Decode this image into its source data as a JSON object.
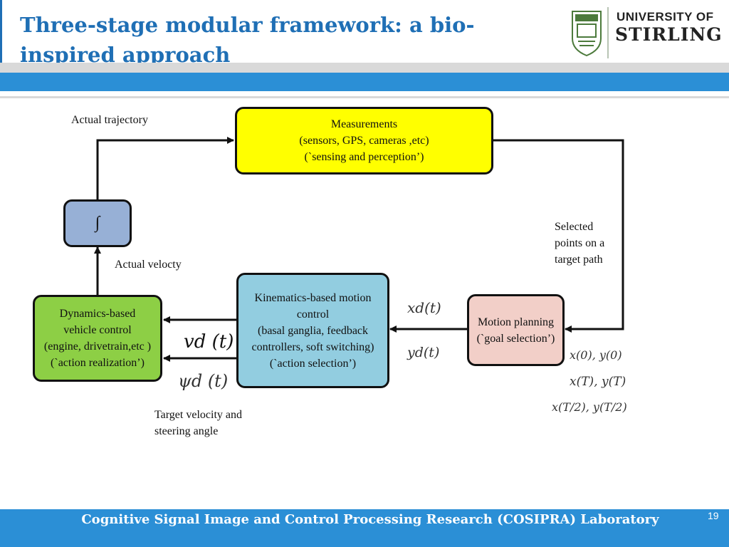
{
  "slide": {
    "title": "Three-stage modular framework: a bio-inspired approach",
    "logo_line1": "UNIVERSITY OF",
    "logo_line2": "STIRLING",
    "footer": "Cognitive Signal Image and Control Processing Research (COSIPRA) Laboratory",
    "page_number": "19"
  },
  "diagram": {
    "measurements": [
      "Measurements",
      "(sensors, GPS, cameras ,etc)",
      "(`sensing and perception’)"
    ],
    "integrator": "∫",
    "dynamics": [
      "Dynamics-based",
      "vehicle control",
      "(engine, drivetrain,etc )",
      "(`action realization’)"
    ],
    "kinematics": [
      "Kinematics-based motion",
      "control",
      "(basal ganglia, feedback",
      "controllers, soft switching)",
      "(`action selection’)"
    ],
    "motion_planning": [
      "Motion planning",
      "(`goal selection’)"
    ],
    "label_actual_trajectory": "Actual trajectory",
    "label_actual_velocity": "Actual velocty",
    "label_selected_points": [
      "Selected",
      "points on a",
      "target path"
    ],
    "label_target_velocity": [
      "Target velocity and",
      "steering angle"
    ],
    "math_xd": "xd(t)",
    "math_yd": "yd(t)",
    "math_vd": "vd (t)",
    "math_psid": "ψd (t)",
    "math_x0y0": "x(0),  y(0)",
    "math_xTyT": "x(T), y(T)",
    "math_xT2yT2": "x(T/2),  y(T/2)"
  },
  "colors": {
    "title_blue": "#1f6fb5",
    "band_blue": "#2b8fd6",
    "measurements_fill": "#ffff00",
    "integrator_fill": "#97b0d6",
    "dynamics_fill": "#8dcf45",
    "kinematics_fill": "#92cde0",
    "motion_planning_fill": "#f2cfc8"
  }
}
